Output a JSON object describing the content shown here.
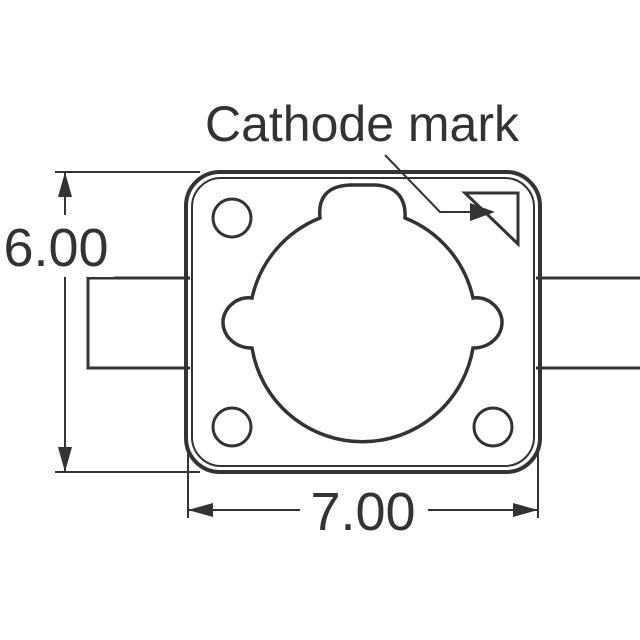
{
  "labels": {
    "cathode_mark": "Cathode mark",
    "height_dim": "6.00",
    "width_dim": "7.00"
  },
  "colors": {
    "line": "#333333",
    "background": "#ffffff"
  }
}
